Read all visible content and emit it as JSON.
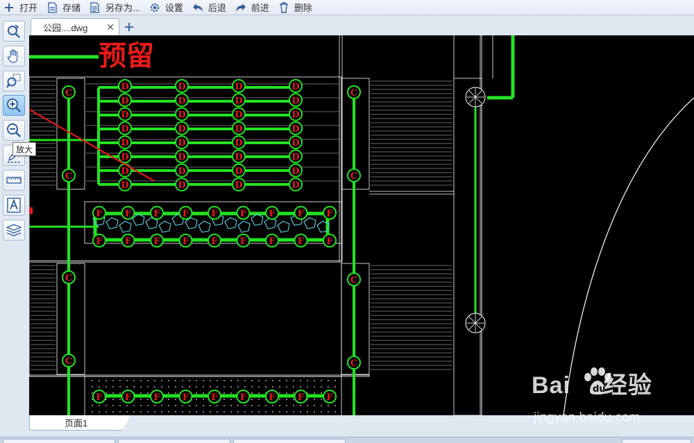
{
  "toolbar": {
    "items": [
      {
        "label": "打开",
        "icon": "plus-icon"
      },
      {
        "label": "存储",
        "icon": "save-icon"
      },
      {
        "label": "另存为...",
        "icon": "save-as-icon"
      },
      {
        "label": "设置",
        "icon": "gear-icon"
      },
      {
        "label": "后退",
        "icon": "undo-arrow-icon"
      },
      {
        "label": "前进",
        "icon": "redo-arrow-icon"
      },
      {
        "label": "删除",
        "icon": "trash-icon"
      }
    ]
  },
  "tabs": {
    "active_label": "公园....dwg",
    "close_glyph": "✕"
  },
  "tooltip": {
    "text": "放大"
  },
  "drawing": {
    "annotation_text": "预留",
    "colors": {
      "line": "#22e322",
      "frame": "#ffffff",
      "label": "#e81a1a",
      "arrow": "#e01b1b",
      "cyan": "#5fd3e8"
    },
    "c_label": "C",
    "d_label": "D",
    "f_label": "F"
  },
  "page_tabs": {
    "active_label": "页面1"
  },
  "watermark": {
    "logo_text": "Bai",
    "logo_suffix": "经验",
    "url": "jingyan.baidu.com"
  }
}
